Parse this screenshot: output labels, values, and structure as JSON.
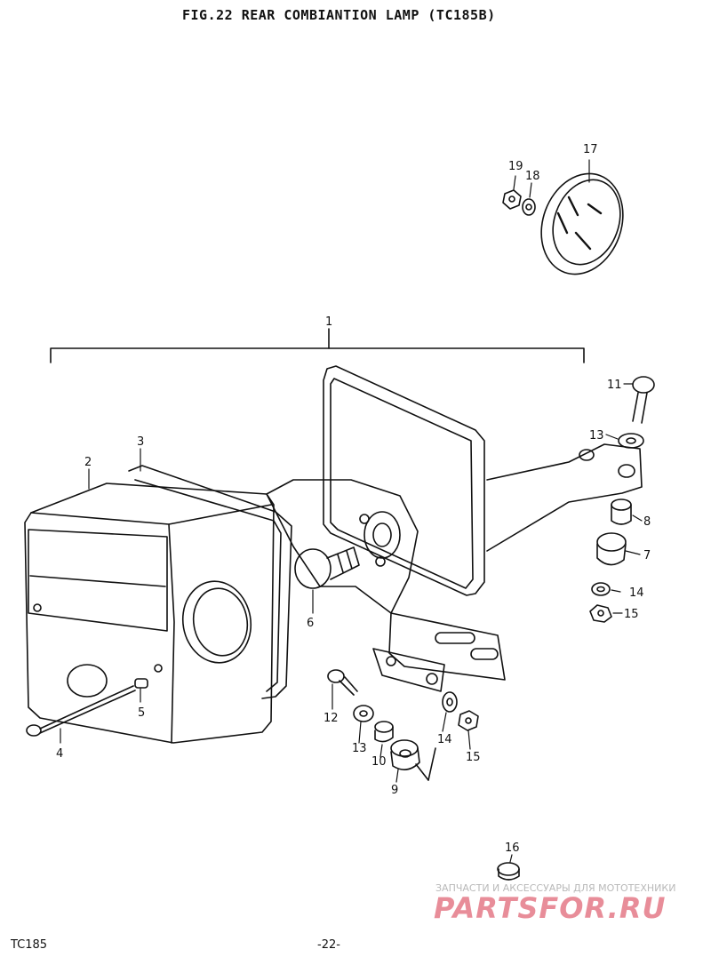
{
  "figure": {
    "title": "FIG.22  REAR COMBIANTION LAMP (TC185B)"
  },
  "callouts": [
    "1",
    "2",
    "3",
    "4",
    "5",
    "6",
    "7",
    "8",
    "9",
    "10",
    "11",
    "12",
    "13",
    "13",
    "14",
    "14",
    "15",
    "15",
    "16",
    "17",
    "18",
    "19"
  ],
  "footer": {
    "model": "TC185",
    "page": "-22-"
  },
  "watermark": {
    "subtitle": "ЗАПЧАСТИ И АКСЕССУАРЫ ДЛЯ МОТОТЕХНИКИ",
    "brand": "PARTSFOR.RU",
    "color": "#d63046"
  }
}
